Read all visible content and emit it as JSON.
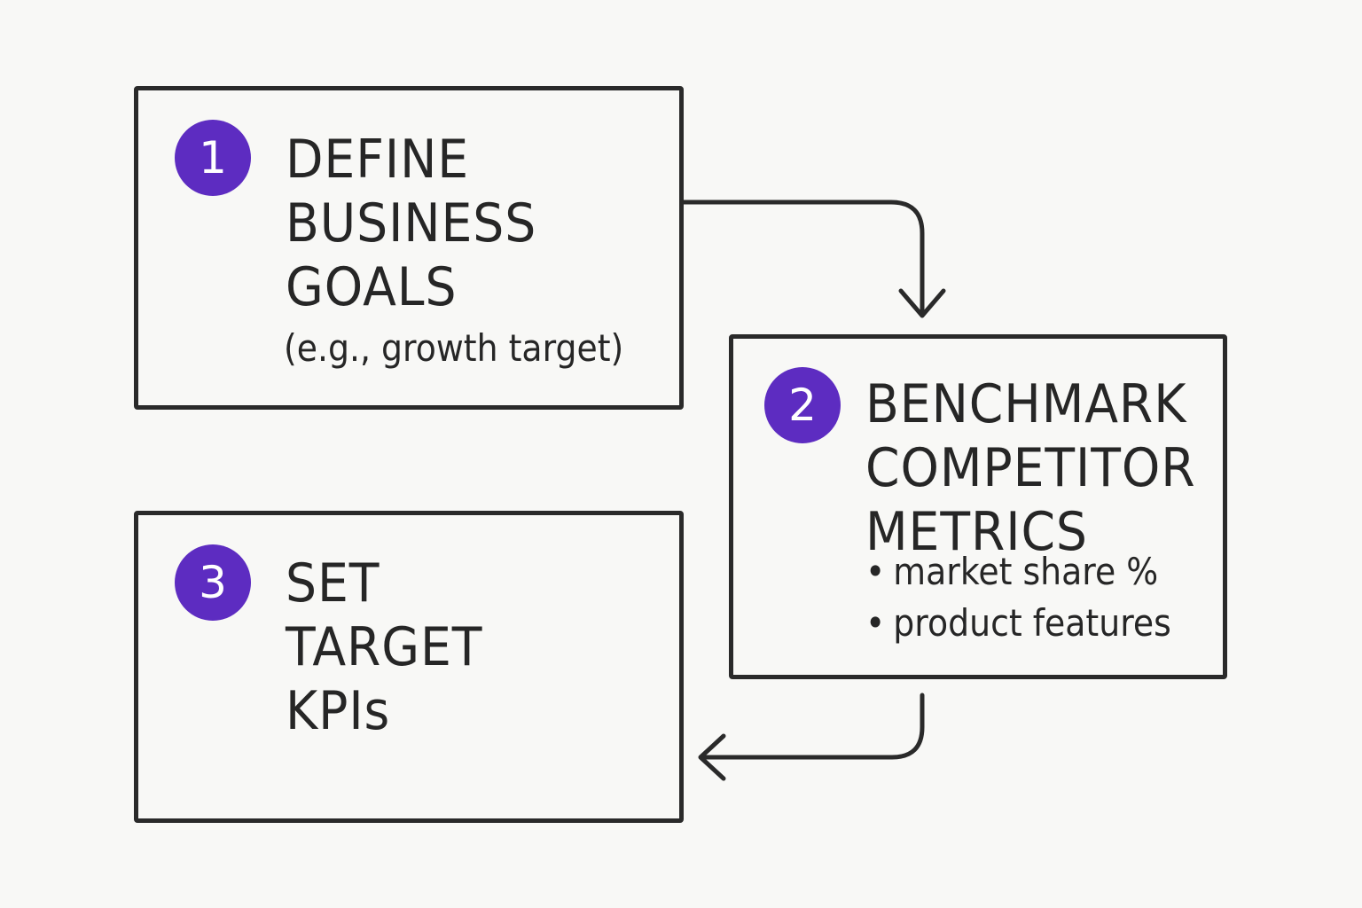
{
  "colors": {
    "badge": "#5d2cc1",
    "stroke": "#2a2a2a",
    "background": "#f8f8f6"
  },
  "steps": [
    {
      "number": "1",
      "title_lines": [
        "DEFINE",
        "BUSINESS",
        "GOALS"
      ],
      "subtitle": "(e.g., growth target)"
    },
    {
      "number": "2",
      "title_lines": [
        "BENCHMARK",
        "COMPETITOR",
        "METRICS"
      ],
      "bullet_marker": "•",
      "bullets": [
        "market share %",
        "product features"
      ]
    },
    {
      "number": "3",
      "title_lines": [
        "SET",
        "TARGET",
        "KPIs"
      ]
    }
  ]
}
